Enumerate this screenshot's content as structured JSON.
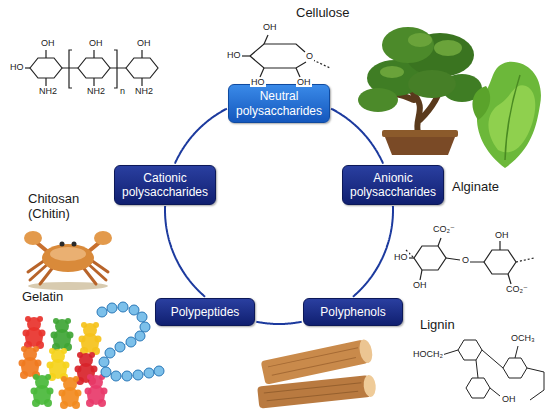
{
  "diagram": {
    "nodes": [
      {
        "text": [
          "Neutral polysaccharides"
        ]
      },
      {
        "text": [
          "Anionic polysaccharides"
        ]
      },
      {
        "text": [
          "Polyphenols"
        ]
      },
      {
        "text": [
          "Polypeptides"
        ]
      },
      {
        "text": [
          "Cationic polysaccharides"
        ]
      }
    ],
    "edges": [
      {
        "from": 0,
        "to": 1,
        "arrow": "none"
      },
      {
        "from": 1,
        "to": 2,
        "arrow": "none"
      },
      {
        "from": 2,
        "to": 3,
        "arrow": "none"
      },
      {
        "from": 3,
        "to": 4,
        "arrow": "none"
      },
      {
        "from": 4,
        "to": 0,
        "arrow": "none"
      }
    ],
    "labels": [
      "Cellulose",
      "Chitosan (Chitin)",
      "Alginate",
      "Gelatin",
      "Lignin",
      "OH",
      "HO",
      "HO",
      "OH",
      "O",
      "OH",
      "HO",
      "NH2",
      "OH",
      "NH2",
      "n",
      "OH",
      "NH2",
      "CO₂⁻",
      "HO",
      "OH",
      "O",
      "OH",
      "CO₂⁻",
      "HOCH₂",
      "OCH₃",
      "OH"
    ]
  }
}
